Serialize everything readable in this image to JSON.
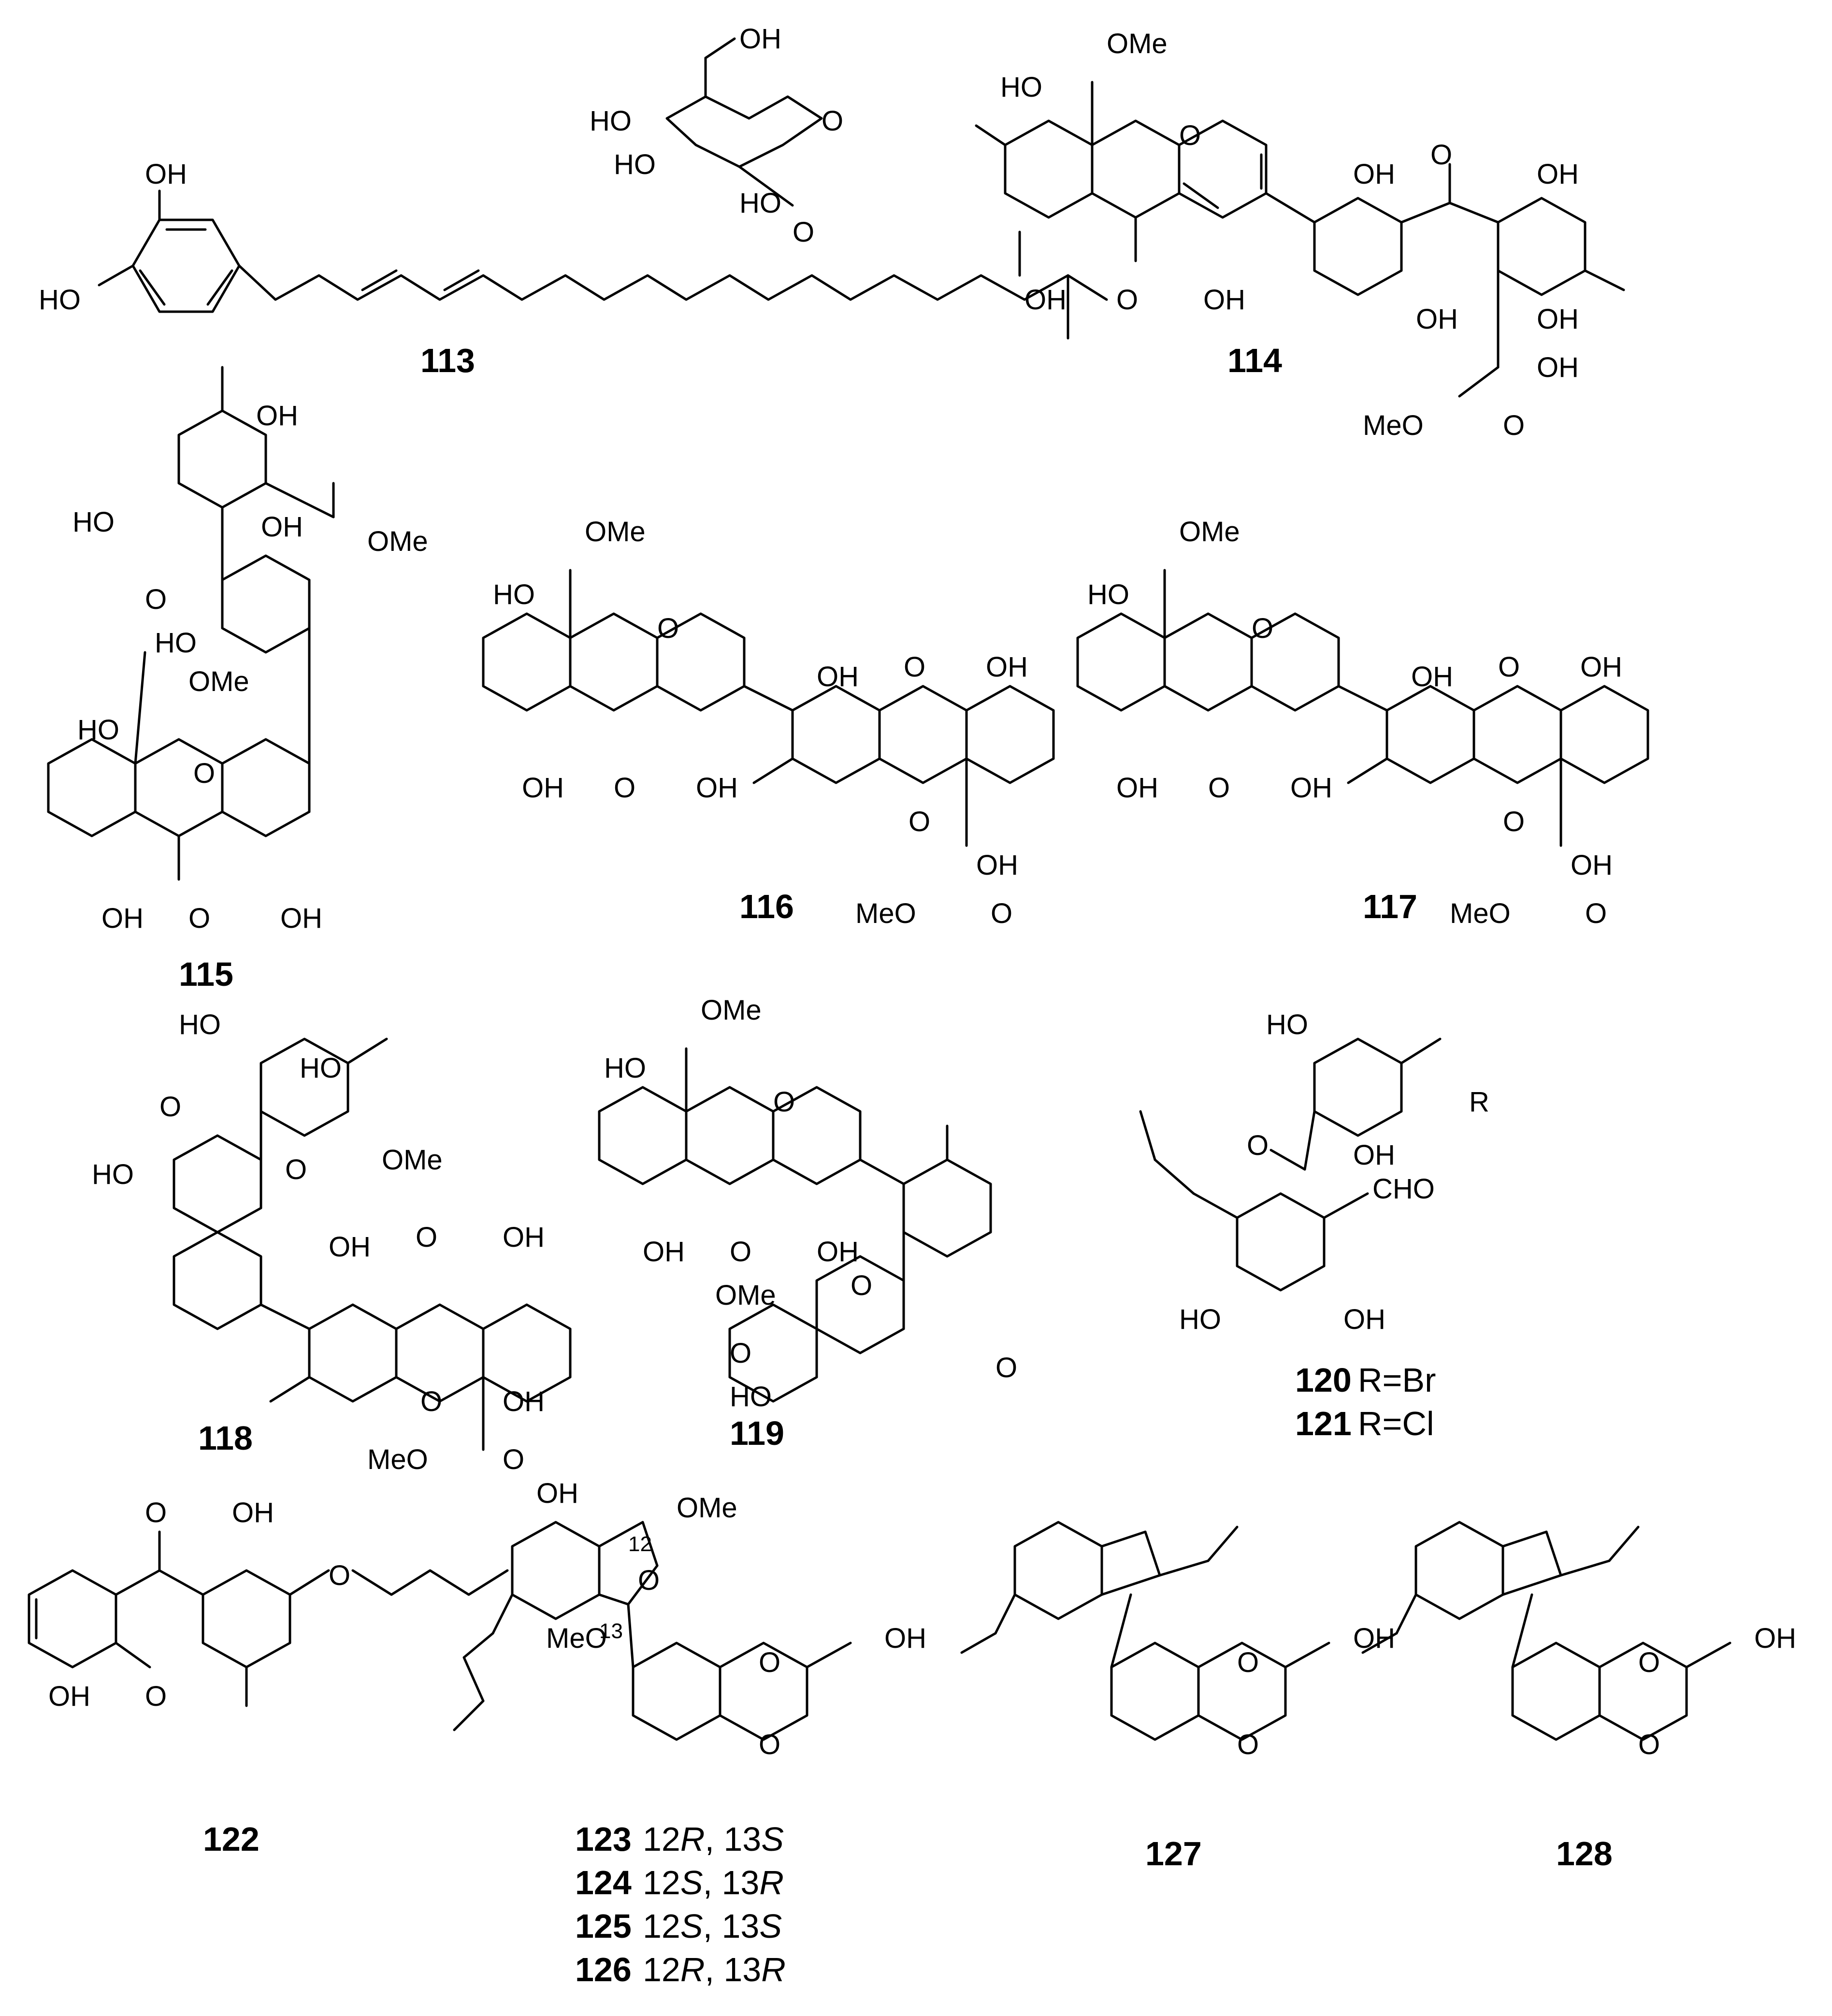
{
  "compounds": [
    {
      "id": "113",
      "atoms": [
        "OH",
        "HO",
        "OH",
        "HO",
        "HO",
        "HO",
        "O",
        "O"
      ]
    },
    {
      "id": "114",
      "atoms": [
        "OMe",
        "HO",
        "O",
        "OH",
        "O",
        "OH",
        "OH",
        "O",
        "OH",
        "OH",
        "OH",
        "OH",
        "MeO",
        "O"
      ]
    },
    {
      "id": "115",
      "atoms": [
        "OH",
        "HO",
        "OMe",
        "O",
        "OH",
        "HO",
        "OMe",
        "HO",
        "O",
        "OH",
        "O",
        "OH"
      ]
    },
    {
      "id": "116",
      "atoms": [
        "OMe",
        "HO",
        "O",
        "OH",
        "O",
        "OH",
        "OH",
        "O",
        "OH",
        "O",
        "OH",
        "MeO",
        "O"
      ]
    },
    {
      "id": "117",
      "atoms": [
        "OMe",
        "HO",
        "O",
        "OH",
        "O",
        "OH",
        "OH",
        "O",
        "OH",
        "O",
        "OH",
        "MeO",
        "O"
      ]
    },
    {
      "id": "118",
      "atoms": [
        "HO",
        "HO",
        "O",
        "OMe",
        "HO",
        "O",
        "OH",
        "O",
        "OH",
        "O",
        "OH",
        "MeO",
        "O"
      ]
    },
    {
      "id": "119",
      "atoms": [
        "OMe",
        "HO",
        "O",
        "OH",
        "O",
        "OH",
        "OMe",
        "O",
        "O",
        "HO",
        "O"
      ]
    },
    {
      "id": "120",
      "caption": "R=Br",
      "atoms": [
        "HO",
        "R",
        "O",
        "OH",
        "CHO",
        "HO",
        "OH"
      ]
    },
    {
      "id": "121",
      "caption": "R=Cl"
    },
    {
      "id": "122",
      "atoms": [
        "O",
        "OH",
        "O",
        "OH",
        "O"
      ]
    },
    {
      "id": "123",
      "caption": [
        "12",
        "R",
        ", 13",
        "S"
      ],
      "atoms": [
        "OH",
        "OMe",
        "12",
        "O",
        "MeO",
        "13",
        "OH",
        "O",
        "O"
      ]
    },
    {
      "id": "124",
      "caption": [
        "12",
        "S",
        ", 13",
        "R"
      ]
    },
    {
      "id": "125",
      "caption": [
        "12",
        "S",
        ", 13",
        "S"
      ]
    },
    {
      "id": "126",
      "caption": [
        "12",
        "R",
        ", 13",
        "R"
      ]
    },
    {
      "id": "127",
      "atoms": [
        "OH",
        "O",
        "O"
      ]
    },
    {
      "id": "128",
      "atoms": [
        "OH",
        "O",
        "O"
      ]
    }
  ]
}
